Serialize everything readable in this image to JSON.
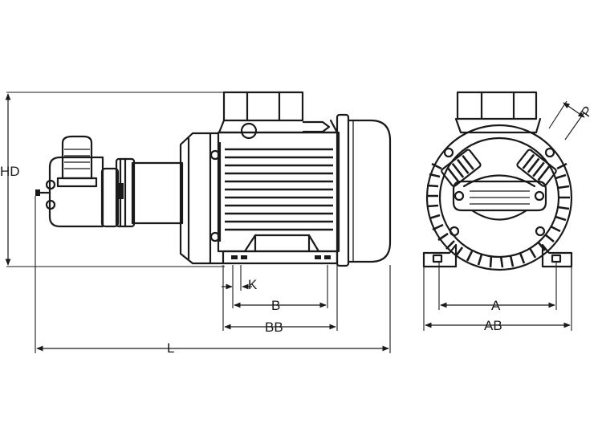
{
  "labels": {
    "hd": "HD",
    "k": "K",
    "b": "B",
    "bb": "BB",
    "l": "L",
    "a": "A",
    "ab": "AB",
    "p": "P"
  }
}
